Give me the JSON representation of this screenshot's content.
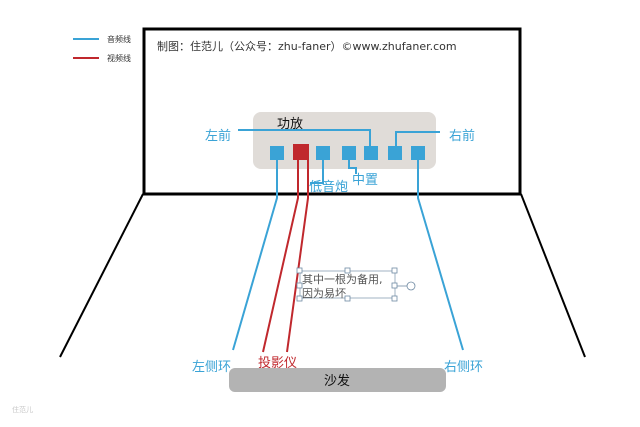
{
  "colors": {
    "audio": "#3aa3d6",
    "video": "#c0282d",
    "frame": "#000000",
    "panel": "#e0dcd8",
    "sofa": "#b3b3b3"
  },
  "legend": {
    "audio_label": "音频线",
    "video_label": "视频线"
  },
  "credit": "制图：住范儿（公众号：zhu-faner）©www.zhufaner.com",
  "amplifier": {
    "title": "功放"
  },
  "labels": {
    "front_left": "左前",
    "front_right": "右前",
    "subwoofer": "低音炮",
    "center": "中置",
    "side_left": "左侧环",
    "side_right": "右侧环",
    "projector": "投影仪",
    "sofa": "沙发"
  },
  "note": {
    "line1": "其中一根为备用,",
    "line2": "因为易坏"
  },
  "watermark": "住范儿"
}
